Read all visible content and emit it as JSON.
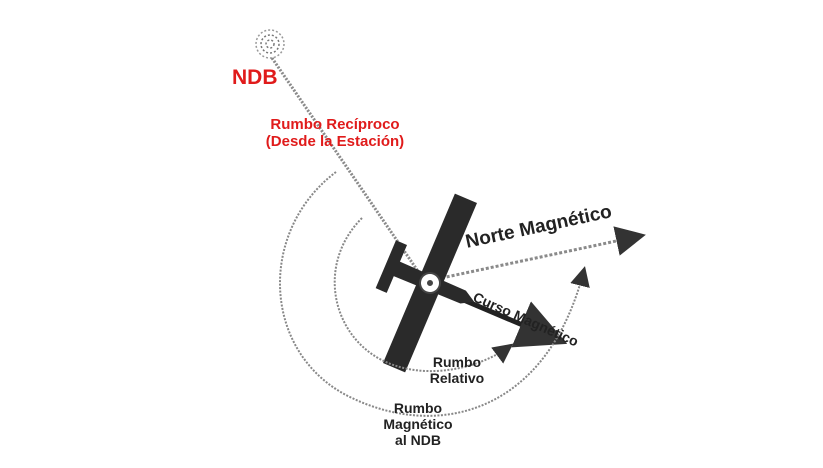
{
  "labels": {
    "ndb": "NDB",
    "reciprocal_line1": "Rumbo Recíproco",
    "reciprocal_line2": "(Desde la Estación)",
    "magnetic_north": "Norte Magnético",
    "magnetic_course": "Curso Magnético",
    "relative_line1": "Rumbo",
    "relative_line2": "Relativo",
    "mag_ndb_line1": "Rumbo",
    "mag_ndb_line2": "Magnético",
    "mag_ndb_line3": "al NDB"
  },
  "colors": {
    "accent_red": "#e01b1b",
    "ink": "#222222",
    "line_gray": "#8a8a8a"
  },
  "icons": [
    "ndb-station-icon",
    "airplane-icon"
  ]
}
